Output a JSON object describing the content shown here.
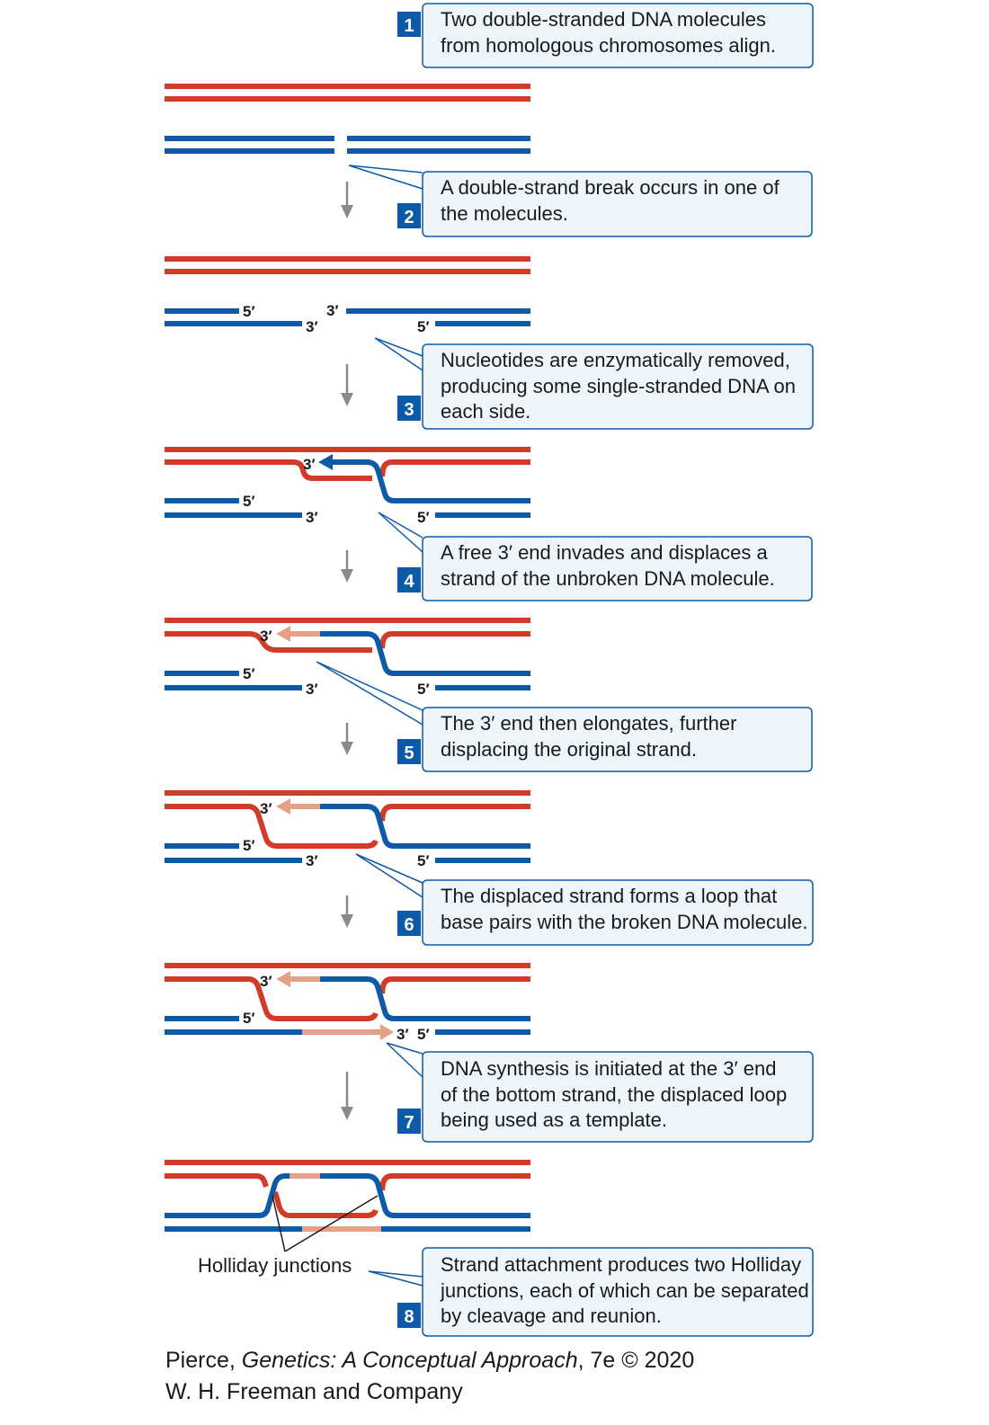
{
  "colors": {
    "red_strand": "#d23b28",
    "blue_strand": "#0d5aa7",
    "new_dna": "#e5a088",
    "callout_fill": "#eef6fc",
    "callout_border": "#0d5aa7",
    "badge": "#0d5aa7",
    "arrow_gray": "#8a8a8a"
  },
  "steps": [
    {
      "number": "1",
      "text": [
        "Two double-stranded DNA molecules",
        "from homologous chromosomes align."
      ]
    },
    {
      "number": "2",
      "text": [
        "A double-strand break occurs in one of",
        "the molecules."
      ]
    },
    {
      "number": "3",
      "text": [
        "Nucleotides are enzymatically removed,",
        "producing some single-stranded DNA on",
        "each side."
      ]
    },
    {
      "number": "4",
      "text": [
        "A free 3′ end invades and displaces a",
        "strand of the unbroken DNA molecule."
      ]
    },
    {
      "number": "5",
      "text": [
        "The 3′ end then elongates, further",
        "displacing the original strand."
      ]
    },
    {
      "number": "6",
      "text": [
        "The displaced strand forms a loop that",
        "base pairs with the broken DNA molecule."
      ]
    },
    {
      "number": "7",
      "text": [
        "DNA synthesis is initiated at the 3′ end",
        "of the bottom strand, the displaced loop",
        "being used as a template."
      ]
    },
    {
      "number": "8",
      "text": [
        "Strand attachment produces two Holliday",
        "junctions, each of which can be separated",
        "by cleavage and reunion."
      ]
    }
  ],
  "end_labels": {
    "five_prime": "5′",
    "three_prime": "3′"
  },
  "holliday_label": "Holliday junctions",
  "credit": {
    "line1_prefix": "Pierce, ",
    "line1_title": "Genetics: A Conceptual Approach",
    "line1_suffix": ", 7e © 2020",
    "line2": "W. H. Freeman and Company"
  }
}
